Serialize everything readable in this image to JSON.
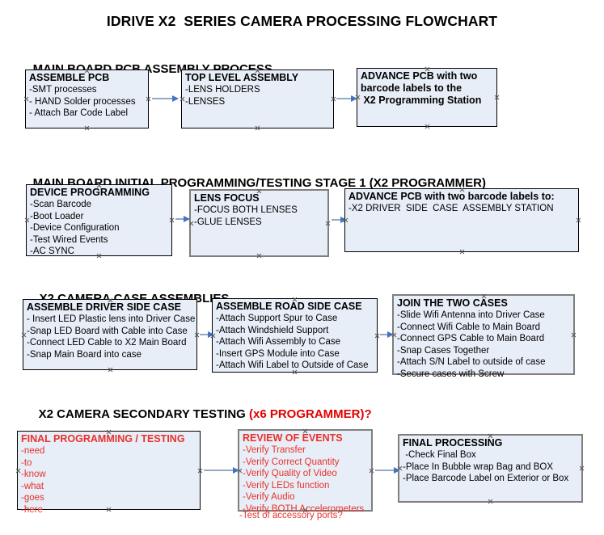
{
  "title": "IDRIVE X2  SERIES CAMERA PROCESSING FLOWCHART",
  "colors": {
    "box_fill": "#e8eef7",
    "box_border": "#000000",
    "box_border_gray": "#7f7f7f",
    "arrow_line": "#93a9c4",
    "arrow_head": "#4472c4",
    "red_text": "#e8312a",
    "heading_red": "#e00000",
    "text": "#000000",
    "background": "#ffffff"
  },
  "sections": [
    {
      "heading": "MAIN BOARD PCB ASSEMBLY PROCESS",
      "heading_red": "",
      "boxes": [
        {
          "title": "ASSEMBLE PCB",
          "lines": [
            "-SMT processes",
            "- HAND Solder processes",
            "- Attach Bar Code Label"
          ],
          "overflow_line": ""
        },
        {
          "title": "TOP LEVEL ASSEMBLY",
          "lines": [
            "-LENS HOLDERS",
            "-LENSES"
          ],
          "overflow_line": ""
        },
        {
          "title": "ADVANCE PCB with two",
          "lines": [
            "barcode labels to the",
            " X2 Programming Station"
          ],
          "overflow_line": ""
        }
      ]
    },
    {
      "heading": "MAIN BOARD INITIAL PROGRAMMING/TESTING STAGE 1 (X2 PROGRAMMER)",
      "heading_red": "",
      "boxes": [
        {
          "title": "DEVICE PROGRAMMING",
          "lines": [
            "-Scan Barcode",
            "-Boot Loader",
            "-Device Configuration",
            "-Test Wired Events",
            "-AC SYNC"
          ],
          "overflow_line": ""
        },
        {
          "title": "LENS FOCUS",
          "lines": [
            "-FOCUS BOTH LENSES",
            "-GLUE LENSES"
          ],
          "overflow_line": ""
        },
        {
          "title": "ADVANCE PCB with two barcode labels to:",
          "lines": [
            "-X2 DRIVER  SIDE  CASE  ASSEMBLY STATION"
          ],
          "overflow_line": ""
        }
      ]
    },
    {
      "heading": "X2 CAMERA CASE ASSEMBLIES",
      "heading_red": "",
      "boxes": [
        {
          "title": "ASSEMBLE DRIVER SIDE CASE",
          "lines": [
            "- Insert LED Plastic lens into Driver Case",
            "-Snap LED Board with Cable into Case",
            "-Connect LED Cable to X2 Main Board",
            "-Snap Main Board into case"
          ],
          "overflow_line": ""
        },
        {
          "title": "ASSEMBLE ROAD SIDE CASE",
          "lines": [
            "-Attach Support Spur to Case",
            "-Attach Windshield Support",
            "-Attach Wifi Assembly to Case",
            "-Insert GPS Module into Case",
            "-Attach Wifi Label to Outside of Case"
          ],
          "overflow_line": ""
        },
        {
          "title": "JOIN THE TWO CASES",
          "lines": [
            "-Slide Wifi Antenna into Driver Case",
            "-Connect Wifi Cable to Main Board",
            "-Connect GPS Cable to Main Board",
            "-Snap Cases Together",
            "-Attach S/N Label to outside of case",
            "-Secure cases with Screw"
          ],
          "overflow_line": ""
        }
      ]
    },
    {
      "heading": "X2 CAMERA SECONDARY TESTING ",
      "heading_red": "(x6 PROGRAMMER)?",
      "boxes": [
        {
          "title": "FINAL PROGRAMMING / TESTING",
          "lines": [
            "-need",
            "-to",
            "-know",
            "-what",
            "-goes",
            "-here"
          ],
          "overflow_line": ""
        },
        {
          "title": "REVIEW OF EVENTS",
          "lines": [
            "-Verify Transfer",
            "-Verify Correct Quantity",
            "-Verify Quality of Video",
            "-Verify LEDs function",
            "-Verify Audio",
            "-Verify BOTH Accelerometers"
          ],
          "overflow_line": "-Test of accessory ports?"
        },
        {
          "title": "FINAL PROCESSING",
          "lines": [
            " -Check Final Box",
            "-Place In Bubble wrap Bag and BOX",
            "-Place Barcode Label on Exterior or Box"
          ],
          "overflow_line": ""
        }
      ]
    }
  ]
}
